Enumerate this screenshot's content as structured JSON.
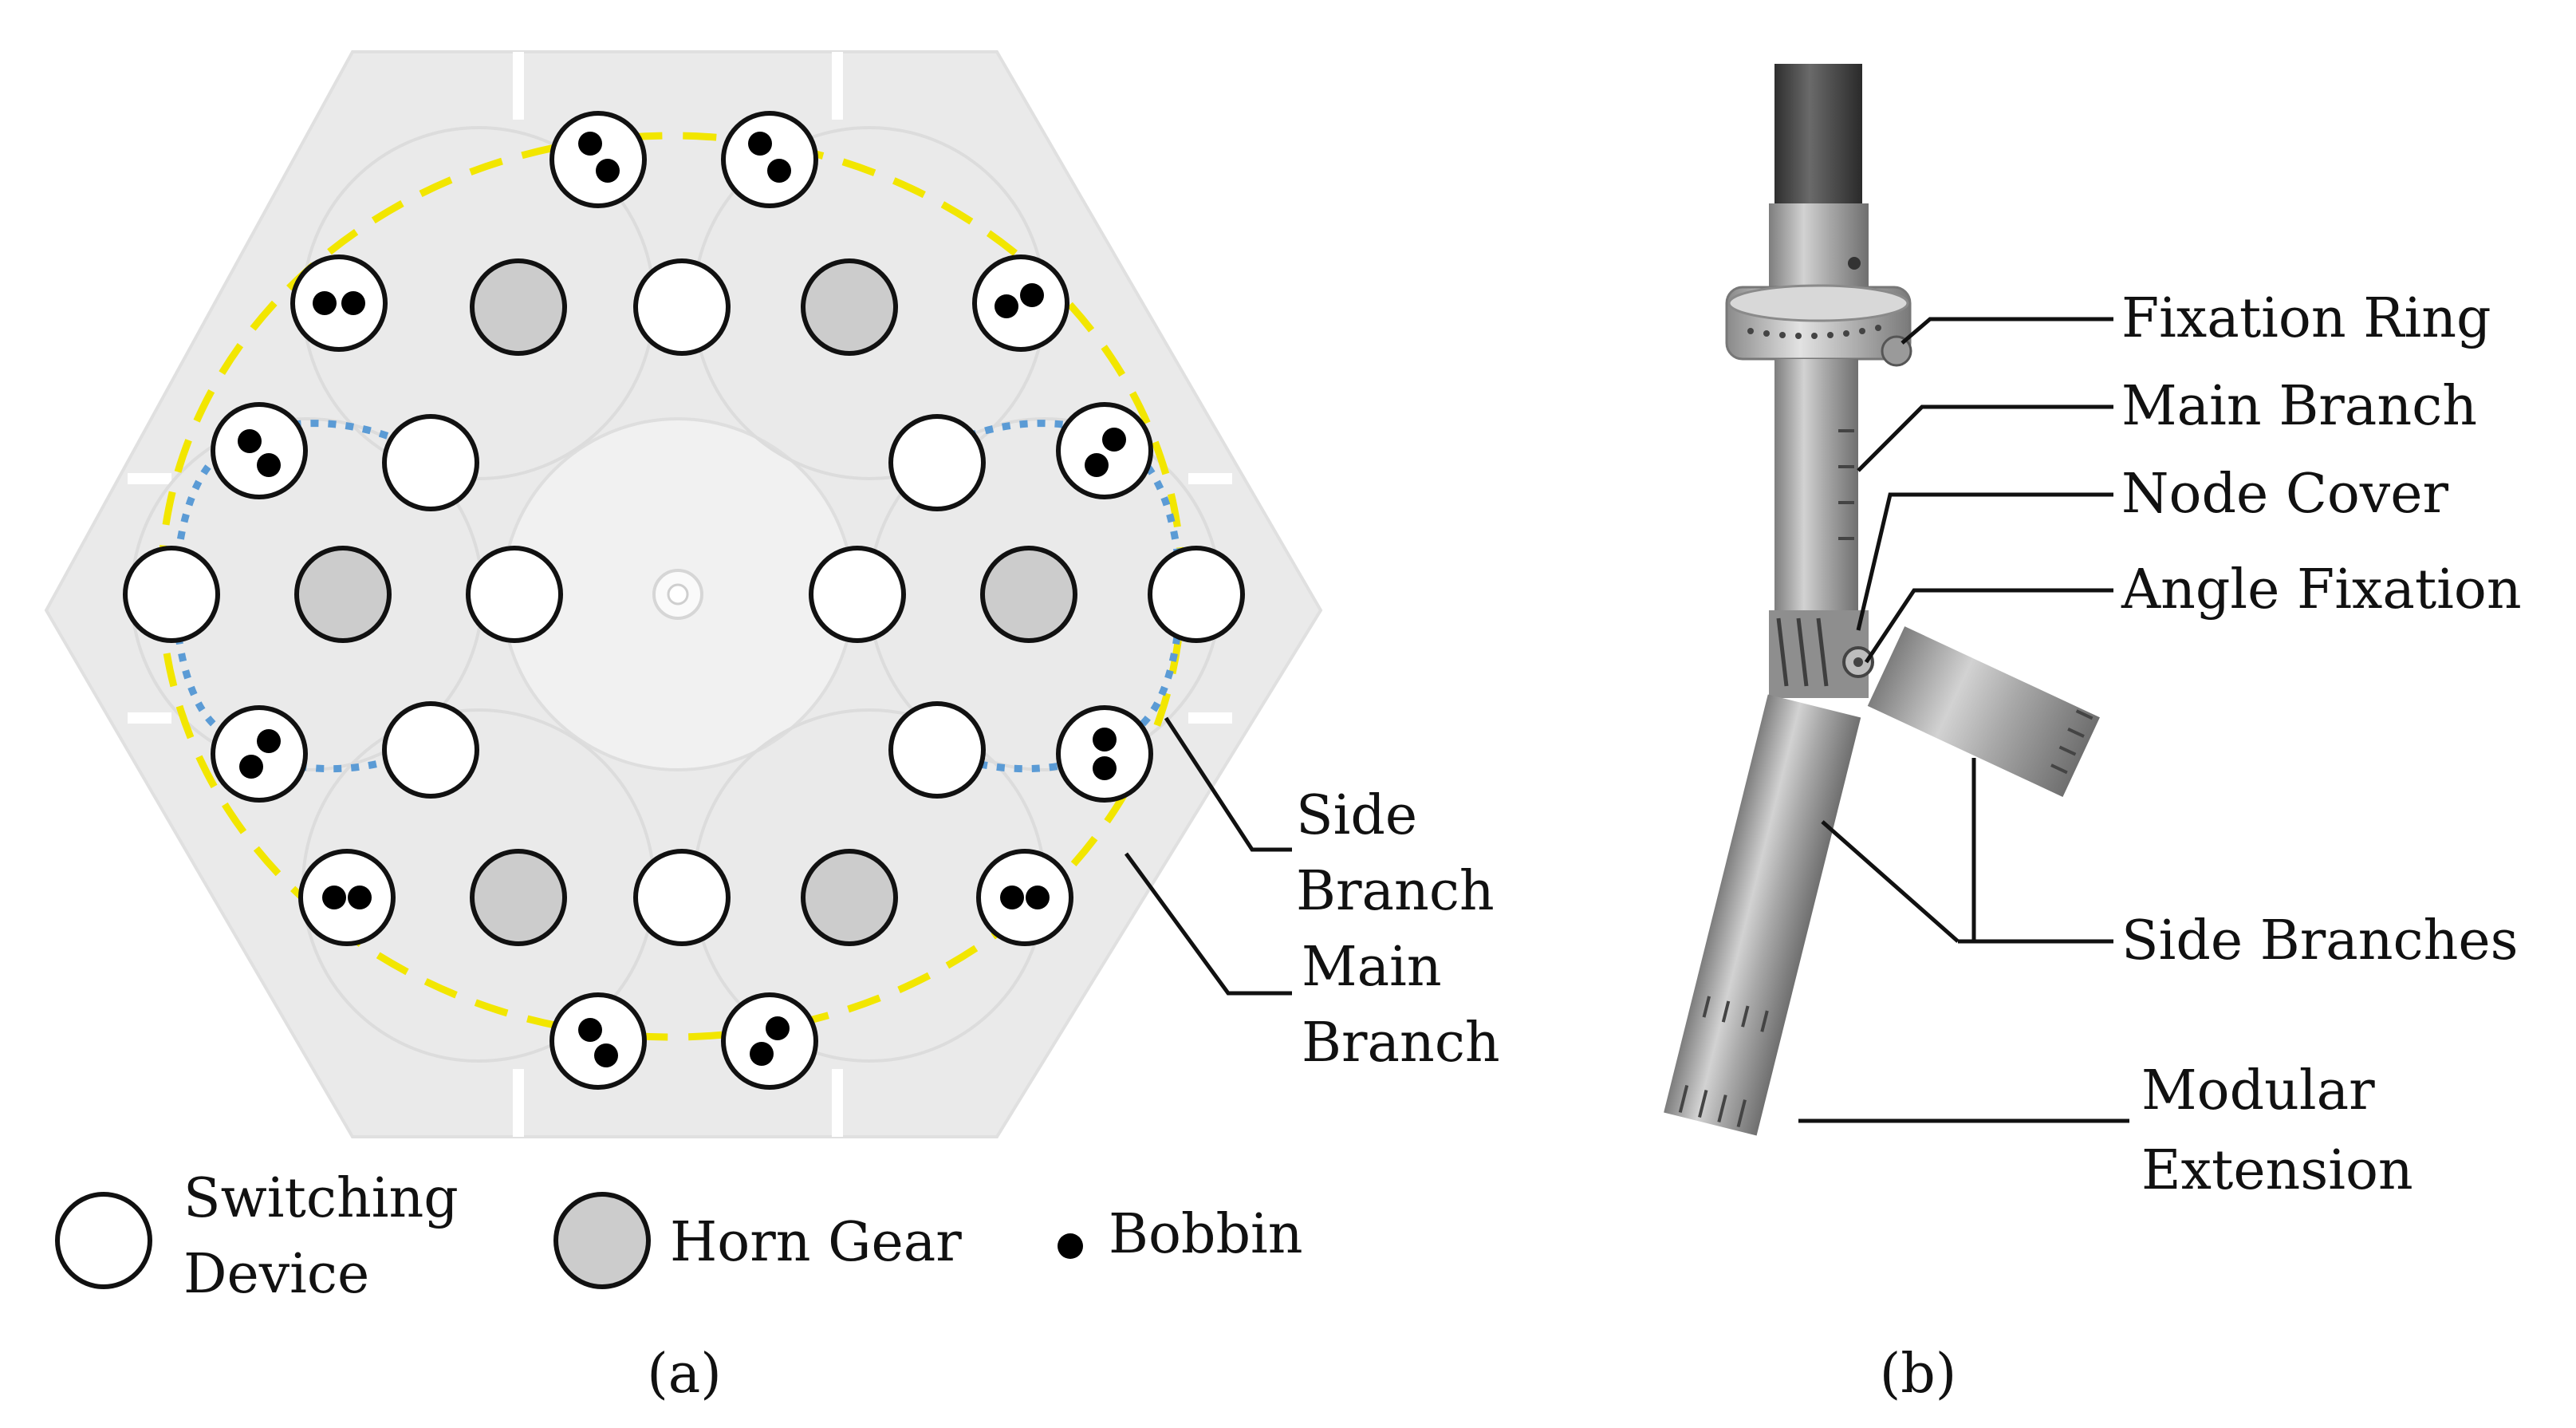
{
  "panel_a": {
    "caption": "(a)",
    "labels": {
      "side_branch_1": "Side",
      "side_branch_2": "Branch",
      "main_branch_1": "Main",
      "main_branch_2": "Branch"
    },
    "legend": {
      "switching_device_1": "Switching",
      "switching_device_2": "Device",
      "horn_gear": "Horn Gear",
      "bobbin": "Bobbin"
    },
    "colors": {
      "machine_plate": "#eaeaea",
      "horn_gear_fill": "#cccccc",
      "main_branch_path": "#f2e600",
      "side_branch_path": "#5b9bd5"
    }
  },
  "panel_b": {
    "caption": "(b)",
    "labels": {
      "fixation_ring": "Fixation Ring",
      "main_branch": "Main Branch",
      "node_cover": "Node Cover",
      "angle_fixation": "Angle Fixation",
      "side_branches": "Side Branches",
      "modular_extension_1": "Modular",
      "modular_extension_2": "Extension"
    },
    "colors": {
      "tube_dark": "#3a3a3a",
      "tube_metal": "#9a9a9a"
    }
  }
}
